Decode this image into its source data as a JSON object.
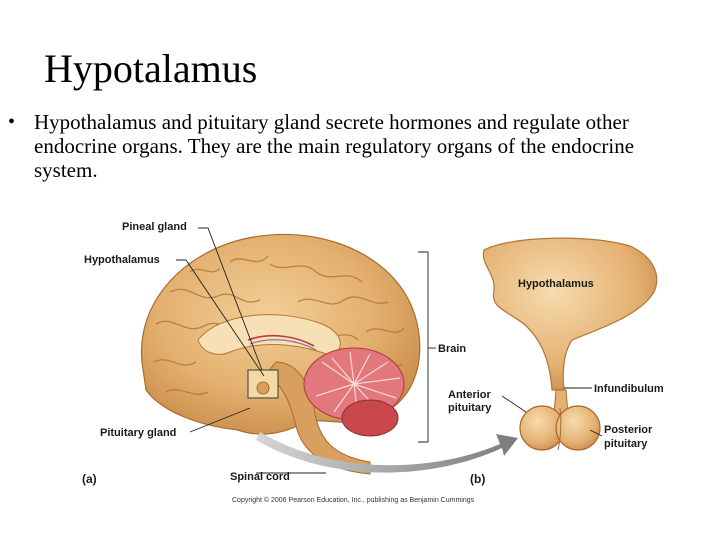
{
  "title": "Hypotalamus",
  "bullet": {
    "marker": "•",
    "text": "Hypothalamus and pituitary gland secrete hormones and regulate other endocrine organs.  They are the main regulatory organs of the endocrine system."
  },
  "figure": {
    "labels": {
      "pineal_gland": "Pineal gland",
      "hypothalamus_a": "Hypothalamus",
      "brain": "Brain",
      "anterior_pituitary_line1": "Anterior",
      "anterior_pituitary_line2": "pituitary",
      "pituitary_gland": "Pituitary gland",
      "spinal_cord": "Spinal cord",
      "hypothalamus_b": "Hypothalamus",
      "infundibulum": "Infundibulum",
      "posterior_pituitary_line1": "Posterior",
      "posterior_pituitary_line2": "pituitary"
    },
    "panel_a": "(a)",
    "panel_b": "(b)",
    "copyright": "Copyright © 2006 Pearson Education, Inc., publishing as Benjamin Cummings"
  },
  "colors": {
    "brain_tan": "#e3b06f",
    "brain_dark": "#b87a3a",
    "cerebellum": "#d9535a",
    "arrow_gray": "#8c8c8c"
  }
}
